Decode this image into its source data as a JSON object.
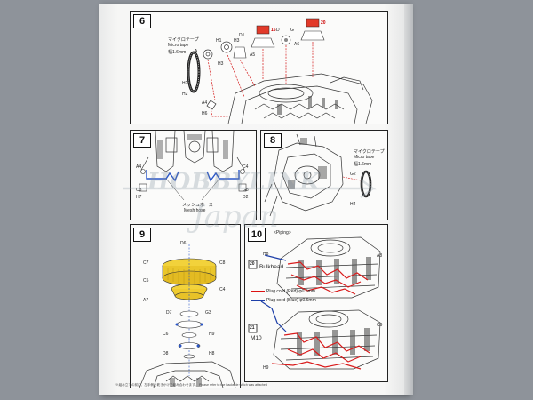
{
  "steps": {
    "s6": {
      "number": "6",
      "tape_label_jp": "マイクロテープ",
      "tape_label_en": "Micro tape",
      "tape_width": "幅1.6mm",
      "parts": [
        "A",
        "H1",
        "H3",
        "A5",
        "D",
        "G",
        "A6",
        "D1",
        "H2",
        "H2",
        "H3",
        "A4",
        "H6"
      ],
      "red_parts": [
        "16",
        "20"
      ]
    },
    "s7": {
      "number": "7",
      "hose_label_jp": "メッシュホース",
      "hose_label_en": "Mesh hose",
      "parts": [
        "A4",
        "C3",
        "C4",
        "G8",
        "H7",
        "D2"
      ]
    },
    "s8": {
      "number": "8",
      "tape_label_jp": "マイクロテープ",
      "tape_label_en": "Micro tape",
      "tape_width": "幅1.6mm",
      "parts": [
        "G2",
        "H4"
      ]
    },
    "s9": {
      "number": "9",
      "parts": [
        "D6",
        "C7",
        "C8",
        "C5",
        "C4",
        "A7",
        "D7",
        "G3",
        "C6",
        "H9",
        "D8",
        "H8"
      ]
    },
    "s10": {
      "number": "10",
      "piping_title": "<Piping>",
      "marker_top": "20",
      "bulkhead": "Bulkhead",
      "marker_bottom": "21",
      "m10": "M10",
      "legend_red": "Plug cord (Red) φ0.6mm",
      "legend_blue": "Plug cord (Blue) φ0.6mm",
      "parts": [
        "H8",
        "A8",
        "H9",
        "C9"
      ]
    }
  },
  "watermark": {
    "main": "HOBBYLINK",
    "sub": "Japan"
  },
  "footer": "※組み立ての前に、左手側を乾きかけで組み合わせます。 Please refer to the backside which was attached"
}
